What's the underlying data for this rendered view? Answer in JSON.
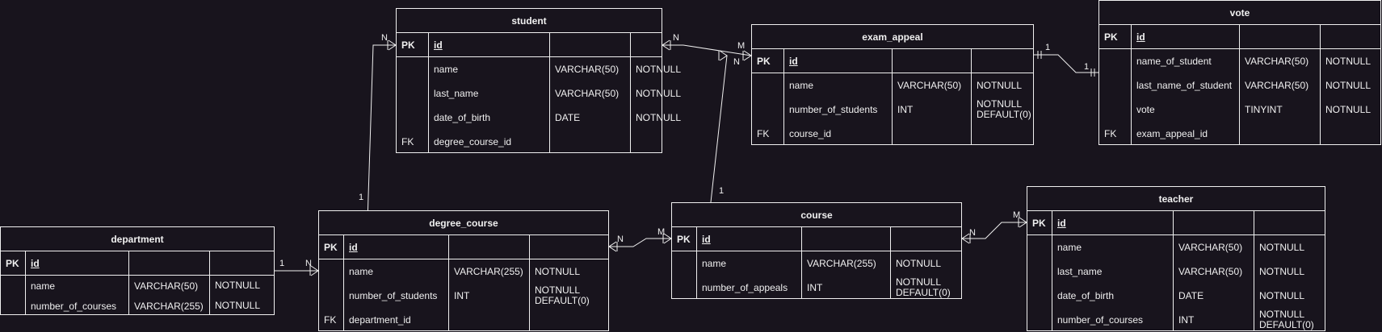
{
  "tables": {
    "student": {
      "title": "student",
      "rows": [
        {
          "key": "PK",
          "name": "id",
          "type": "",
          "constraint": ""
        },
        {
          "key": "",
          "name": "name",
          "type": "VARCHAR(50)",
          "constraint": "NOTNULL"
        },
        {
          "key": "",
          "name": "last_name",
          "type": "VARCHAR(50)",
          "constraint": "NOTNULL"
        },
        {
          "key": "",
          "name": "date_of_birth",
          "type": "DATE",
          "constraint": "NOTNULL"
        },
        {
          "key": "FK",
          "name": "degree_course_id",
          "type": "",
          "constraint": ""
        }
      ]
    },
    "exam_appeal": {
      "title": "exam_appeal",
      "rows": [
        {
          "key": "PK",
          "name": "id",
          "type": "",
          "constraint": ""
        },
        {
          "key": "",
          "name": "name",
          "type": "VARCHAR(50)",
          "constraint": "NOTNULL"
        },
        {
          "key": "",
          "name": "number_of_students",
          "type": "INT",
          "constraint": "NOTNULL\nDEFAULT(0)"
        },
        {
          "key": "FK",
          "name": "course_id",
          "type": "",
          "constraint": ""
        }
      ]
    },
    "vote": {
      "title": "vote",
      "rows": [
        {
          "key": "PK",
          "name": "id",
          "type": "",
          "constraint": ""
        },
        {
          "key": "",
          "name": "name_of_student",
          "type": "VARCHAR(50)",
          "constraint": "NOTNULL"
        },
        {
          "key": "",
          "name": "last_name_of_student",
          "type": "VARCHAR(50)",
          "constraint": "NOTNULL"
        },
        {
          "key": "",
          "name": "vote",
          "type": "TINYINT",
          "constraint": "NOTNULL"
        },
        {
          "key": "FK",
          "name": "exam_appeal_id",
          "type": "",
          "constraint": ""
        }
      ]
    },
    "department": {
      "title": "department",
      "rows": [
        {
          "key": "PK",
          "name": "id",
          "type": "",
          "constraint": ""
        },
        {
          "key": "",
          "name": "name",
          "type": "VARCHAR(50)",
          "constraint": "NOTNULL"
        },
        {
          "key": "",
          "name": "number_of_courses",
          "type": "VARCHAR(255)",
          "constraint": "NOTNULL"
        }
      ]
    },
    "degree_course": {
      "title": "degree_course",
      "rows": [
        {
          "key": "PK",
          "name": "id",
          "type": "",
          "constraint": ""
        },
        {
          "key": "",
          "name": "name",
          "type": "VARCHAR(255)",
          "constraint": "NOTNULL"
        },
        {
          "key": "",
          "name": "number_of_students",
          "type": "INT",
          "constraint": "NOTNULL\nDEFAULT(0)"
        },
        {
          "key": "FK",
          "name": "department_id",
          "type": "",
          "constraint": ""
        }
      ]
    },
    "course": {
      "title": "course",
      "rows": [
        {
          "key": "PK",
          "name": "id",
          "type": "",
          "constraint": ""
        },
        {
          "key": "",
          "name": "name",
          "type": "VARCHAR(255)",
          "constraint": "NOTNULL"
        },
        {
          "key": "",
          "name": "number_of_appeals",
          "type": "INT",
          "constraint": "NOTNULL\nDEFAULT(0)"
        }
      ]
    },
    "teacher": {
      "title": "teacher",
      "rows": [
        {
          "key": "PK",
          "name": "id",
          "type": "",
          "constraint": ""
        },
        {
          "key": "",
          "name": "name",
          "type": "VARCHAR(50)",
          "constraint": "NOTNULL"
        },
        {
          "key": "",
          "name": "last_name",
          "type": "VARCHAR(50)",
          "constraint": "NOTNULL"
        },
        {
          "key": "",
          "name": "date_of_birth",
          "type": "DATE",
          "constraint": "NOTNULL"
        },
        {
          "key": "",
          "name": "number_of_courses",
          "type": "INT",
          "constraint": "NOTNULL\nDEFAULT(0)"
        }
      ]
    }
  },
  "relationships": [
    {
      "from": "student",
      "to": "degree_course",
      "from_card": "N",
      "to_card": "1"
    },
    {
      "from": "student",
      "to": "exam_appeal",
      "from_card": "N",
      "to_card": "M"
    },
    {
      "from": "exam_appeal",
      "to": "vote",
      "from_card": "1",
      "to_card": "1"
    },
    {
      "from": "exam_appeal",
      "to": "course",
      "from_card": "N",
      "to_card": "1"
    },
    {
      "from": "department",
      "to": "degree_course",
      "from_card": "1",
      "to_card": "N"
    },
    {
      "from": "degree_course",
      "to": "course",
      "from_card": "N",
      "to_card": "M"
    },
    {
      "from": "course",
      "to": "teacher",
      "from_card": "N",
      "to_card": "M"
    }
  ],
  "colors": {
    "background": "#18141d",
    "stroke": "#f0f0f0"
  }
}
